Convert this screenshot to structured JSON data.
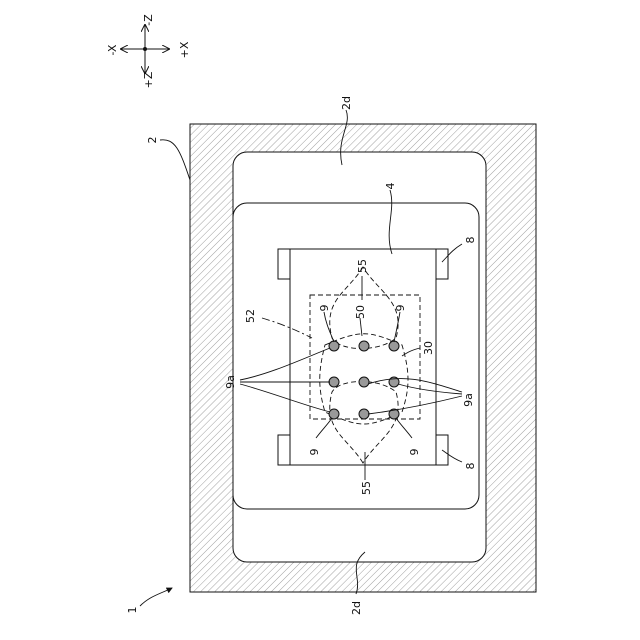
{
  "figure": {
    "ref_1": "1",
    "ref_2": "2",
    "ref_2d_top": "2d",
    "ref_2d_bottom": "2d",
    "ref_4": "4",
    "ref_8_top": "8",
    "ref_8_bottom": "8",
    "ref_55_top": "55",
    "ref_55_bottom": "55",
    "ref_50": "50",
    "ref_52": "52",
    "ref_30": "30",
    "ref_9_tl": "9",
    "ref_9_tr": "9",
    "ref_9_bl": "9",
    "ref_9_br": "9",
    "ref_9a_left": "9a",
    "ref_9a_right": "9a"
  },
  "axes": {
    "neg_z": "-Z",
    "pos_z": "+Z",
    "neg_x": "-X",
    "pos_x": "+X"
  }
}
